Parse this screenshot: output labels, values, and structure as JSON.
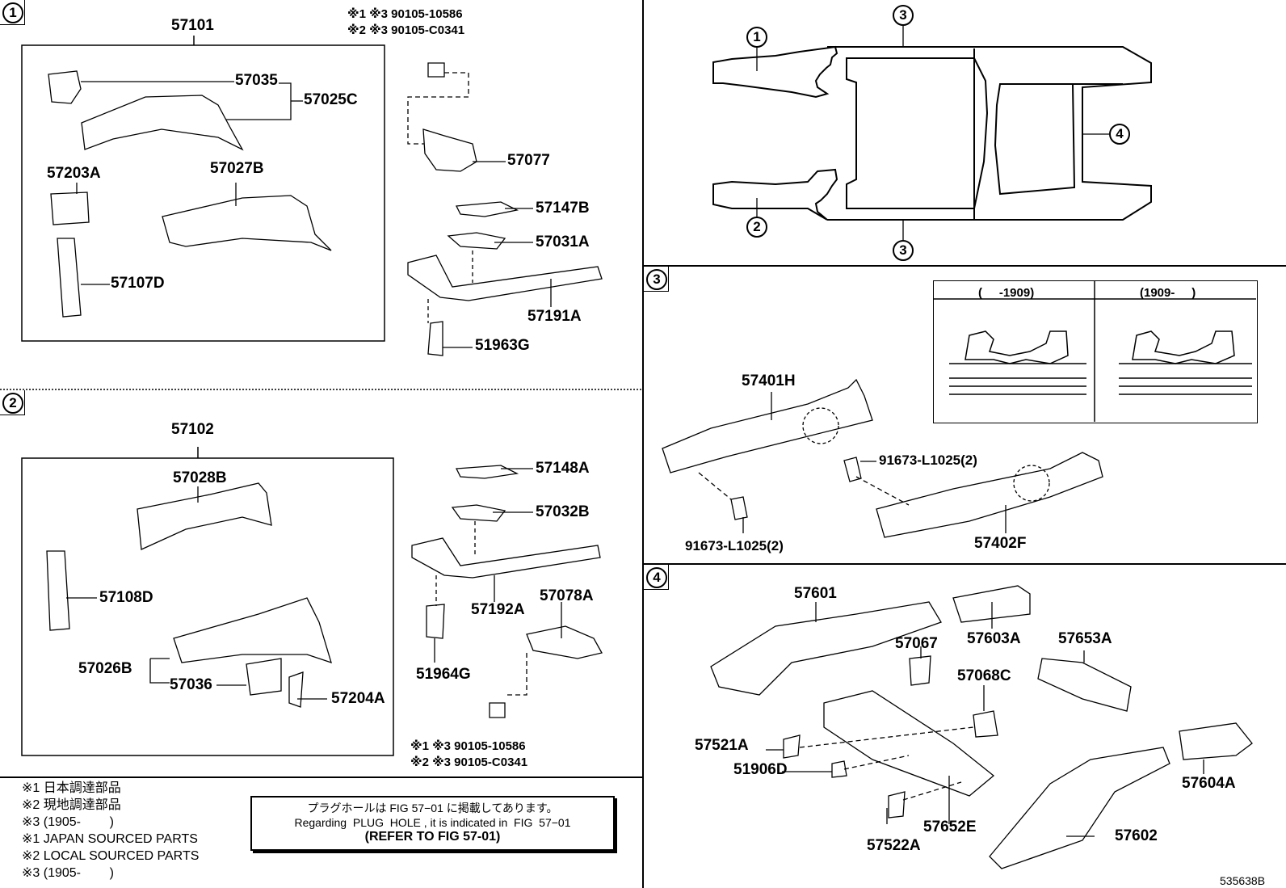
{
  "sections": {
    "s1": "1",
    "s2": "2",
    "s3": "3",
    "s4": "4"
  },
  "section1": {
    "assembly": "57101",
    "parts": [
      "57035",
      "57025C",
      "57203A",
      "57027B",
      "57107D",
      "57077",
      "57147B",
      "57031A",
      "57191A",
      "51963G"
    ],
    "bolt_note1": "※1 ※3 90105-10586",
    "bolt_note2": "※2 ※3 90105-C0341"
  },
  "section2": {
    "assembly": "57102",
    "parts": [
      "57028B",
      "57108D",
      "57026B",
      "57036",
      "57204A",
      "57148A",
      "57032B",
      "57192A",
      "57078A",
      "51964G"
    ],
    "bolt_note1": "※1 ※3 90105-10586",
    "bolt_note2": "※2 ※3 90105-C0341"
  },
  "section3": {
    "parts": [
      "57401H",
      "91673-L1025(2)",
      "91673-L1025(2)",
      "57402F"
    ],
    "table_headers": [
      "(     -1909)",
      "(1909-     )"
    ]
  },
  "section4": {
    "parts": [
      "57601",
      "57603A",
      "57653A",
      "57067",
      "57068C",
      "57521A",
      "51906D",
      "57604A",
      "57522A",
      "57652E",
      "57602"
    ]
  },
  "overview": {
    "callouts": [
      "1",
      "3",
      "4",
      "2",
      "3"
    ]
  },
  "legend": {
    "lines": [
      "※1 日本調達部品",
      "※2 現地調達部品",
      "※3 (1905-        )",
      "※1 JAPAN SOURCED PARTS",
      "※2 LOCAL SOURCED PARTS",
      "※3 (1905-        )"
    ]
  },
  "note_box": {
    "line1": "プラグホールは FIG 57−01 に掲載してあります。",
    "line2": "Regarding  PLUG  HOLE , it is indicated in  FIG  57−01",
    "line3": "(REFER TO FIG 57-01)"
  },
  "figure_id": "535638B",
  "colors": {
    "line": "#000000",
    "background": "#ffffff"
  }
}
